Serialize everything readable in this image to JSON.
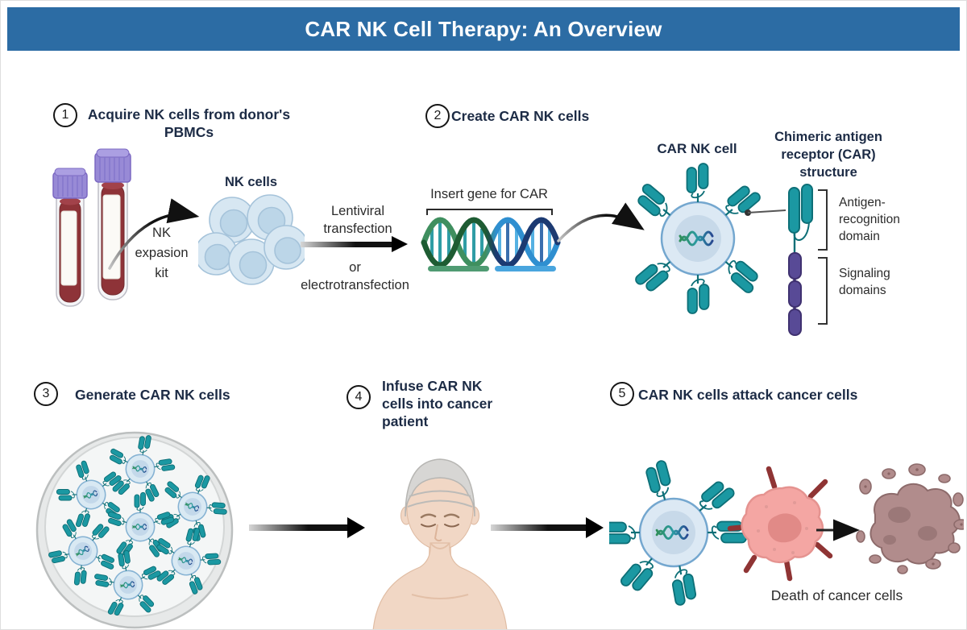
{
  "title": "CAR NK Cell Therapy: An Overview",
  "colors": {
    "banner": "#2c6ca4",
    "heading_text": "#1c2b45",
    "body_text": "#2b2b2b",
    "receptor_teal": "#1b98a2",
    "signaling_purple": "#584a96",
    "cell_fill": "#dce9f4",
    "cancer_pink": "#f4a6a3",
    "dead_cell_mauve": "#b18c8c",
    "blood_red": "#8e3338",
    "tube_cap_purple": "#988ad6",
    "dna_green": "#1e5c33",
    "dna_blue": "#2f8fd0"
  },
  "steps": {
    "step1": {
      "number": "1",
      "title_line1": "Acquire NK cells from donor's",
      "title_line2": "PBMCs"
    },
    "step2": {
      "number": "2",
      "title": "Create CAR NK cells"
    },
    "step3": {
      "number": "3",
      "title": "Generate CAR NK cells"
    },
    "step4": {
      "number": "4",
      "title_line1": "Infuse CAR NK",
      "title_line2": "cells into cancer",
      "title_line3": "patient"
    },
    "step5": {
      "number": "5",
      "title": "CAR NK cells attack cancer cells"
    }
  },
  "labels": {
    "nk_expansion_line1": "NK",
    "nk_expansion_line2": "expasion",
    "nk_expansion_line3": "kit",
    "nk_cells": "NK cells",
    "lentiviral_line1": "Lentiviral",
    "lentiviral_line2": "transfection",
    "or": "or",
    "electrotransfection": "electrotransfection",
    "insert_gene": "Insert gene for CAR",
    "car_nk_cell": "CAR NK cell",
    "car_structure_line1": "Chimeric antigen",
    "car_structure_line2": "receptor (CAR)",
    "car_structure_line3": "structure",
    "antigen_line1": "Antigen-",
    "antigen_line2": "recognition",
    "antigen_line3": "domain",
    "signaling_line1": "Signaling",
    "signaling_line2": "domains",
    "death_of_cancer": "Death of cancer cells"
  }
}
